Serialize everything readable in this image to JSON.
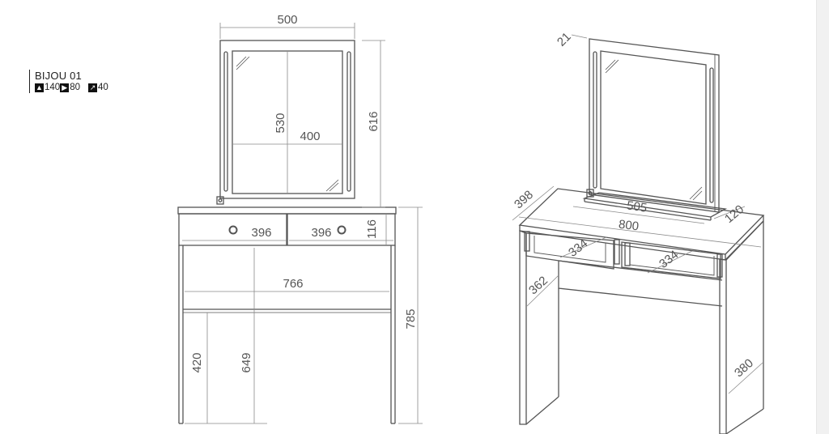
{
  "product": {
    "model": "BIJOU 01",
    "specs": [
      {
        "icon": "arrow-up-icon",
        "glyph": "🡅",
        "value": "140"
      },
      {
        "icon": "arrow-right-icon",
        "glyph": "🡆",
        "value": "80"
      },
      {
        "icon": "arrow-diagonal-icon",
        "glyph": "🡕",
        "value": "40"
      }
    ]
  },
  "front_view": {
    "mirror_width": "500",
    "mirror_height": "616",
    "glass_height": "530",
    "glass_width": "400",
    "drawer_left_width": "396",
    "drawer_right_width": "396",
    "drawer_height": "116",
    "inner_width": "766",
    "total_height": "785",
    "knee_height": "420",
    "under_drawer_height": "649"
  },
  "perspective_view": {
    "mirror_depth": "21",
    "top_depth": "398",
    "mirror_base_width": "505",
    "mirror_base_depth": "120",
    "top_width": "800",
    "drawer_left_depth": "334",
    "drawer_right_depth": "334",
    "side_depth": "362",
    "leg_depth": "380"
  },
  "colors": {
    "line": "#555555",
    "dim": "#8a8a8a",
    "text": "#555555"
  }
}
